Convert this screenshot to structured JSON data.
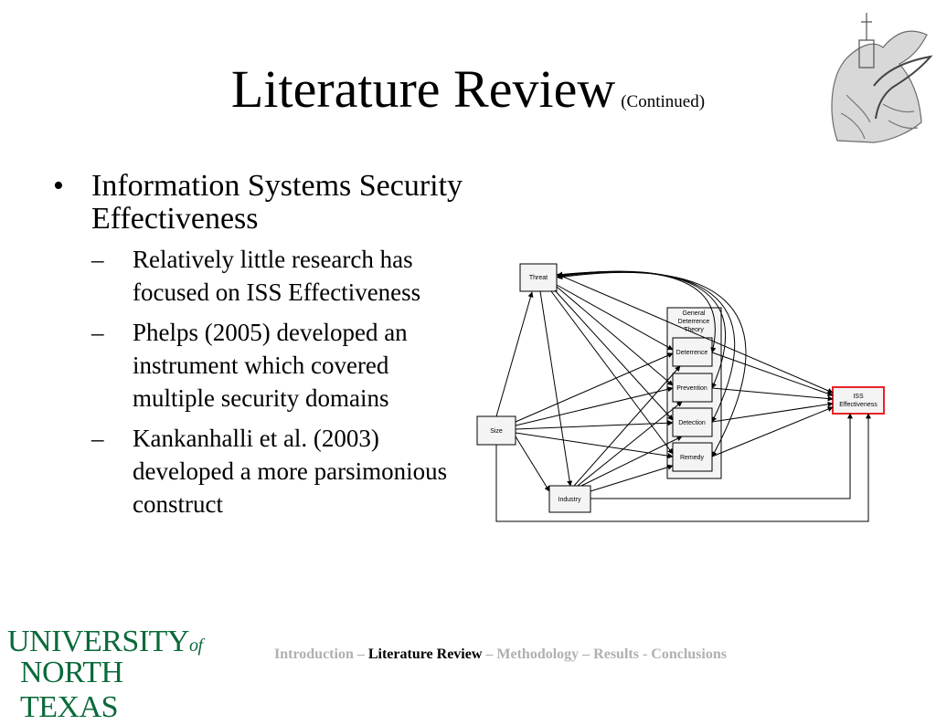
{
  "slide": {
    "title": "Literature Review",
    "title_suffix": "(Continued)",
    "bullet": "Information Systems Security Effectiveness",
    "sub_bullets": [
      "Relatively little research has focused on ISS Effectiveness",
      "Phelps (2005) developed an instrument which covered multiple security domains",
      "Kankanhalli et al. (2003) developed a more parsimonious construct"
    ],
    "bullet_marker": "•",
    "sub_bullet_marker": "–"
  },
  "diagram": {
    "nodes": {
      "threat": "Threat",
      "size": "Size",
      "industry": "Industry",
      "gdt": [
        "General",
        "Deterrence",
        "Theory"
      ],
      "deterrence": "Deterrence",
      "prevention": "Prevention",
      "detection": "Detection",
      "remedy": "Remedy",
      "iss": [
        "ISS",
        "Effectiveness"
      ]
    },
    "colors": {
      "iss_border": "#e8232a",
      "box_fill": "#f4f4f4",
      "line": "#000000"
    }
  },
  "logo": {
    "line1": "UNIVERSITY",
    "of": "of",
    "line2": "NORTH TEXAS",
    "color": "#0b6a3a"
  },
  "footer": {
    "before": "Introduction – ",
    "current": "Literature Review",
    "after": " – Methodology – Results - Conclusions"
  }
}
